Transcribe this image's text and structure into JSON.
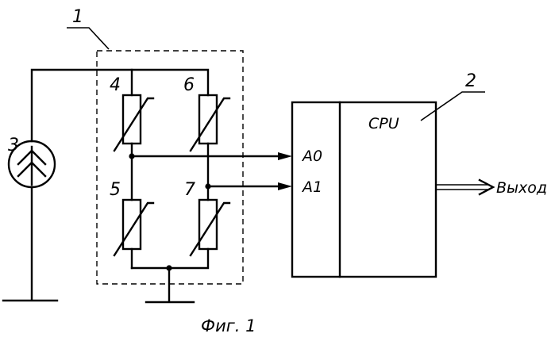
{
  "figure": {
    "caption": "Фиг. 1",
    "callouts": {
      "bridge_module": "1",
      "processor_block": "2",
      "current_source": "3",
      "varistor_top_left": "4",
      "varistor_bottom_left": "5",
      "varistor_top_right": "6",
      "varistor_bottom_right": "7"
    },
    "processor": {
      "name": "CPU",
      "input_a0": "A0",
      "input_a1": "A1",
      "output_label": "Выход"
    }
  }
}
